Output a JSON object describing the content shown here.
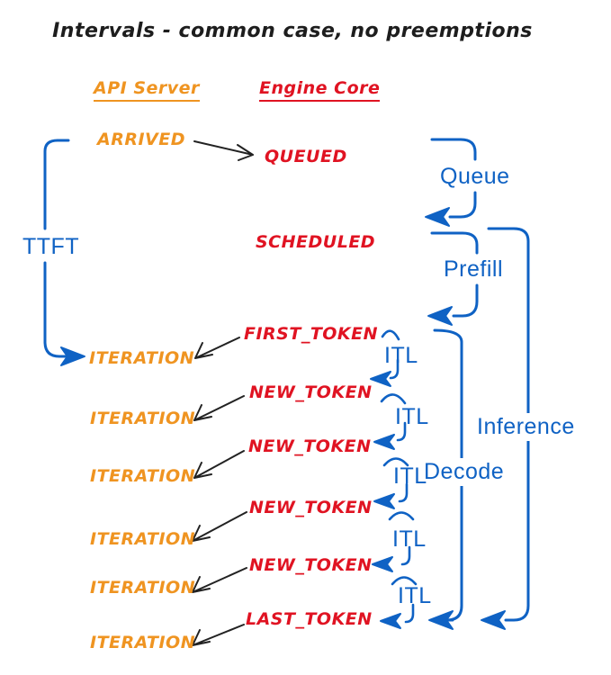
{
  "title": "Intervals - common case, no preemptions",
  "columns": {
    "api_server": "API Server",
    "engine_core": "Engine Core"
  },
  "api_events": {
    "arrived": "ARRIVED",
    "iterations": [
      "ITERATION",
      "ITERATION",
      "ITERATION",
      "ITERATION",
      "ITERATION",
      "ITERATION"
    ]
  },
  "engine_events": {
    "queued": "QUEUED",
    "scheduled": "SCHEDULED",
    "first_token": "FIRST_TOKEN",
    "new_tokens": [
      "NEW_TOKEN",
      "NEW_TOKEN",
      "NEW_TOKEN",
      "NEW_TOKEN"
    ],
    "last_token": "LAST_TOKEN"
  },
  "intervals": {
    "ttft": "TTFT",
    "queue": "Queue",
    "prefill": "Prefill",
    "itl": [
      "ITL",
      "ITL",
      "ITL",
      "ITL",
      "ITL"
    ],
    "decode": "Decode",
    "inference": "Inference"
  },
  "colors": {
    "orange": "#ef9421",
    "red": "#e01322",
    "blue": "#0f62c4",
    "black": "#1d1d1d"
  }
}
